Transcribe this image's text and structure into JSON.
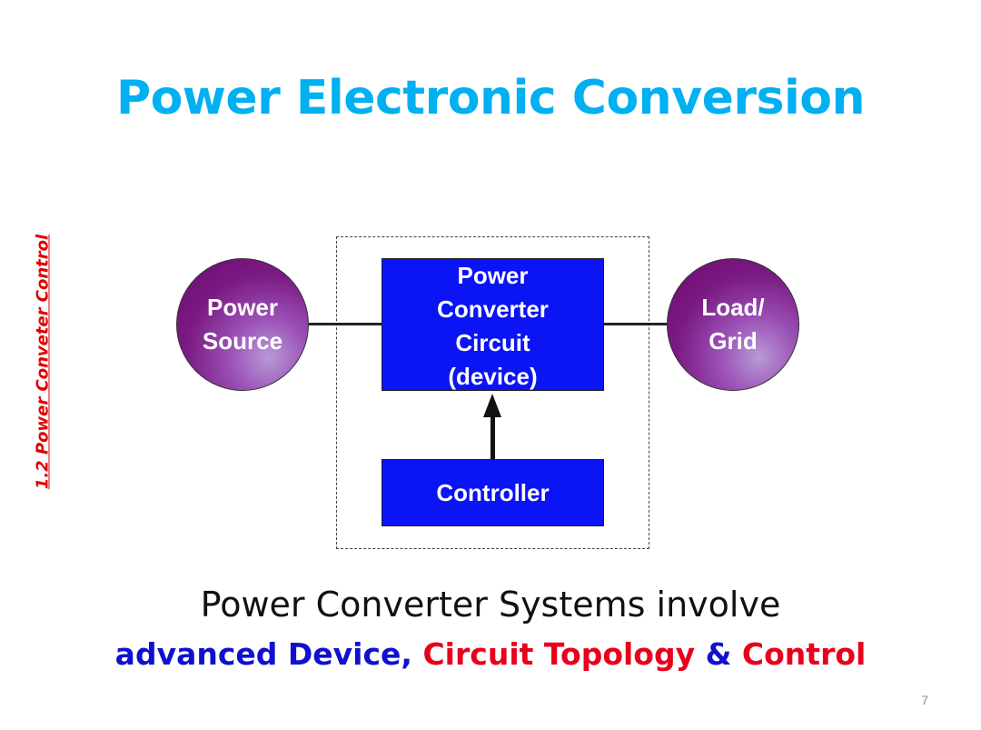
{
  "slide": {
    "title": "Power Electronic Conversion",
    "section_label": "1.2 Power Conveter Control",
    "page_number": "7"
  },
  "diagram": {
    "power_source": [
      "Power",
      "Source"
    ],
    "converter_circuit": [
      "Power",
      "Converter",
      "Circuit",
      "(device)"
    ],
    "controller": "Controller",
    "load": [
      "Load/",
      "Grid"
    ]
  },
  "summary": {
    "line1": "Power Converter Systems involve",
    "line2": {
      "part1": "advanced Device,",
      "part2": "Circuit Topology",
      "part3": "&",
      "part4": "Control"
    }
  },
  "colors": {
    "title": "#00b0f0",
    "section_label": "#e00000",
    "box_fill": "#0a14f5",
    "circle_fill": "#7a1a82",
    "accent_blue": "#1010d0",
    "accent_red": "#e8001c"
  }
}
